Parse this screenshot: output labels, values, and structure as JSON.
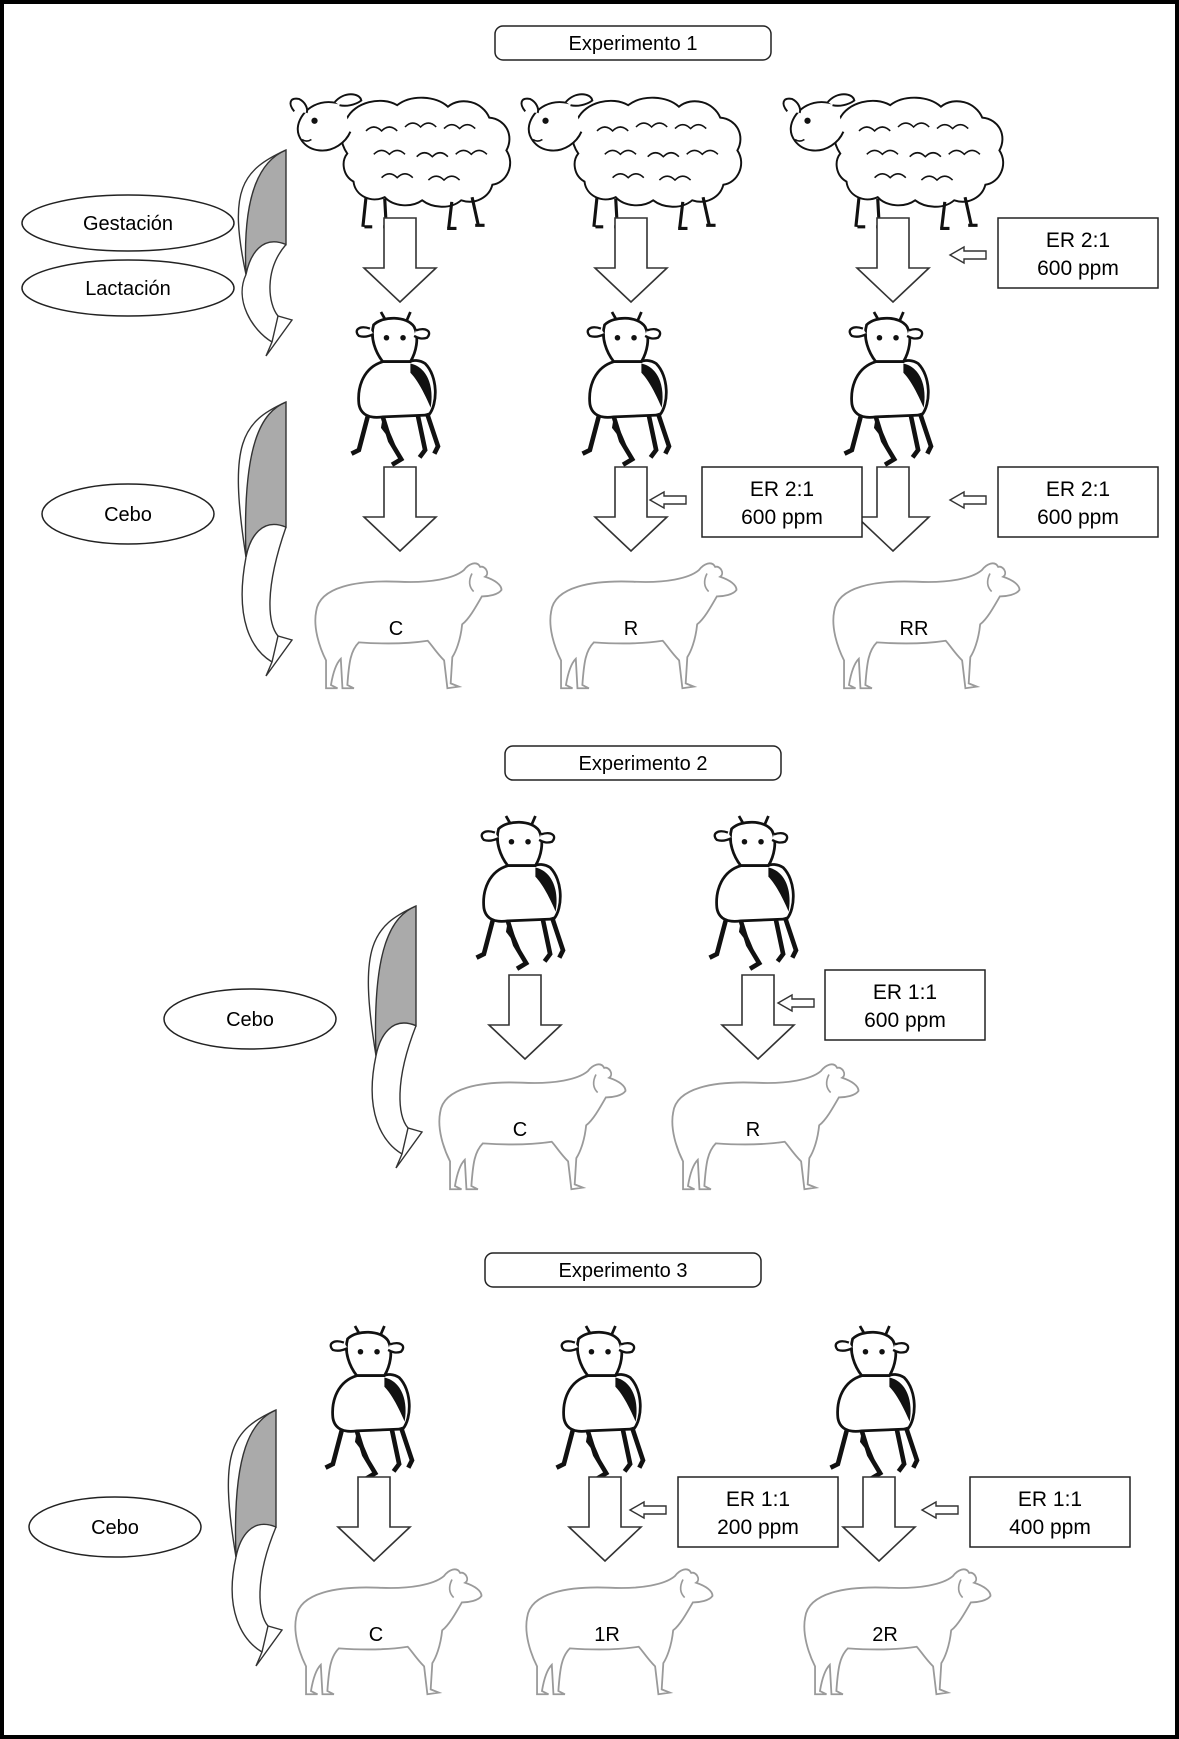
{
  "experiments": [
    {
      "title": "Experimento 1",
      "phases": [
        "Gestación",
        "Lactación",
        "Cebo"
      ],
      "treatments": [
        {
          "group": "C"
        },
        {
          "group": "R",
          "line1": "ER 2:1",
          "line2": "600 ppm"
        },
        {
          "group": "RR",
          "line1": "ER 2:1",
          "line2": "600 ppm",
          "gestation_line1": "ER 2:1",
          "gestation_line2": "600 ppm"
        }
      ]
    },
    {
      "title": "Experimento 2",
      "phases": [
        "Cebo"
      ],
      "treatments": [
        {
          "group": "C"
        },
        {
          "group": "R",
          "line1": "ER 1:1",
          "line2": "600 ppm"
        }
      ]
    },
    {
      "title": "Experimento 3",
      "phases": [
        "Cebo"
      ],
      "treatments": [
        {
          "group": "C"
        },
        {
          "group": "1R",
          "line1": "ER 1:1",
          "line2": "200 ppm"
        },
        {
          "group": "2R",
          "line1": "ER 1:1",
          "line2": "400 ppm"
        }
      ]
    }
  ]
}
